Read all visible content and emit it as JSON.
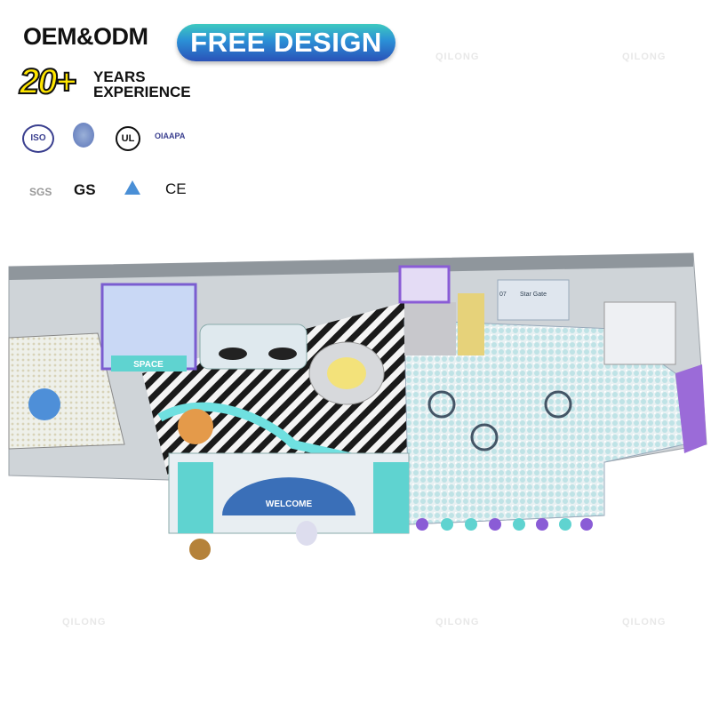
{
  "header": {
    "oem_label": "OEM&ODM",
    "free_design_label": "FREE DESIGN",
    "years_number": "20+",
    "years_line1": "YEARS",
    "years_line2": "EXPERIENCE"
  },
  "certifications": [
    {
      "icon": "iso-logo",
      "label": "ISO"
    },
    {
      "icon": "astm-logo"
    },
    {
      "icon": "ul-logo",
      "label": "UL"
    },
    {
      "icon": "iaapa-logo",
      "label": "OIAAPA"
    },
    {
      "icon": "sgs-logo",
      "label": "SGS"
    },
    {
      "icon": "gs-logo",
      "label": "GS"
    },
    {
      "icon": "tuv-logo"
    },
    {
      "icon": "ce-logo",
      "label": "CE"
    }
  ],
  "scene": {
    "space_sign": "SPACE",
    "welcome_sign": "WELCOME",
    "star_gate_sign": "Star Gate",
    "number_sign": "07"
  },
  "watermark": "QILONG",
  "colors": {
    "accent": "#2b8fd6",
    "teal": "#5fd3d0",
    "purple": "#8a5cd6",
    "floor": "#d9e6ea"
  }
}
